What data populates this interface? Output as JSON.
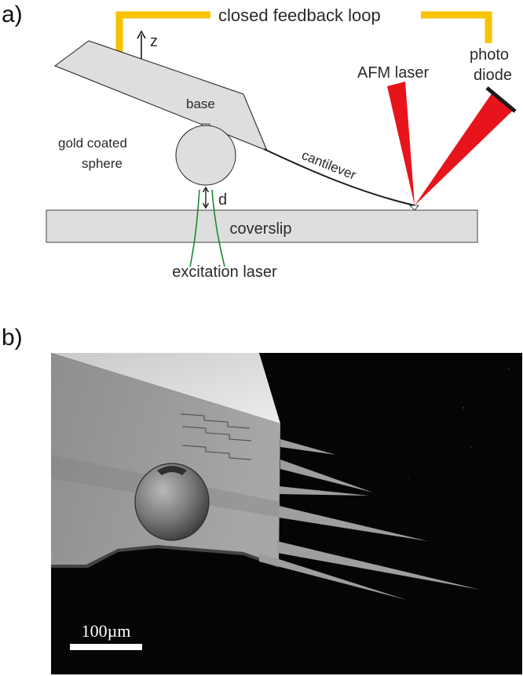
{
  "panel_a": {
    "label": "a)",
    "loop_label": "closed feedback loop",
    "z_label": "z",
    "base_label": "base",
    "gold_label_line1": "gold coated",
    "gold_label_line2": "sphere",
    "cantilever_label": "cantilever",
    "d_label": "d",
    "coverslip_label": "coverslip",
    "excitation_label": "excitation laser",
    "afm_laser_label": "AFM laser",
    "photo_label": "photo",
    "diode_label": "diode",
    "colors": {
      "feedback_arrow": "#f7c200",
      "laser": "#e8141b",
      "fiber": "#1a8a2e",
      "gray_part": "#dedede",
      "outline": "#1a1a1a"
    }
  },
  "panel_b": {
    "label": "b)",
    "scale_bar_label": "100µm",
    "image_description_icon": "sem-micrograph"
  }
}
